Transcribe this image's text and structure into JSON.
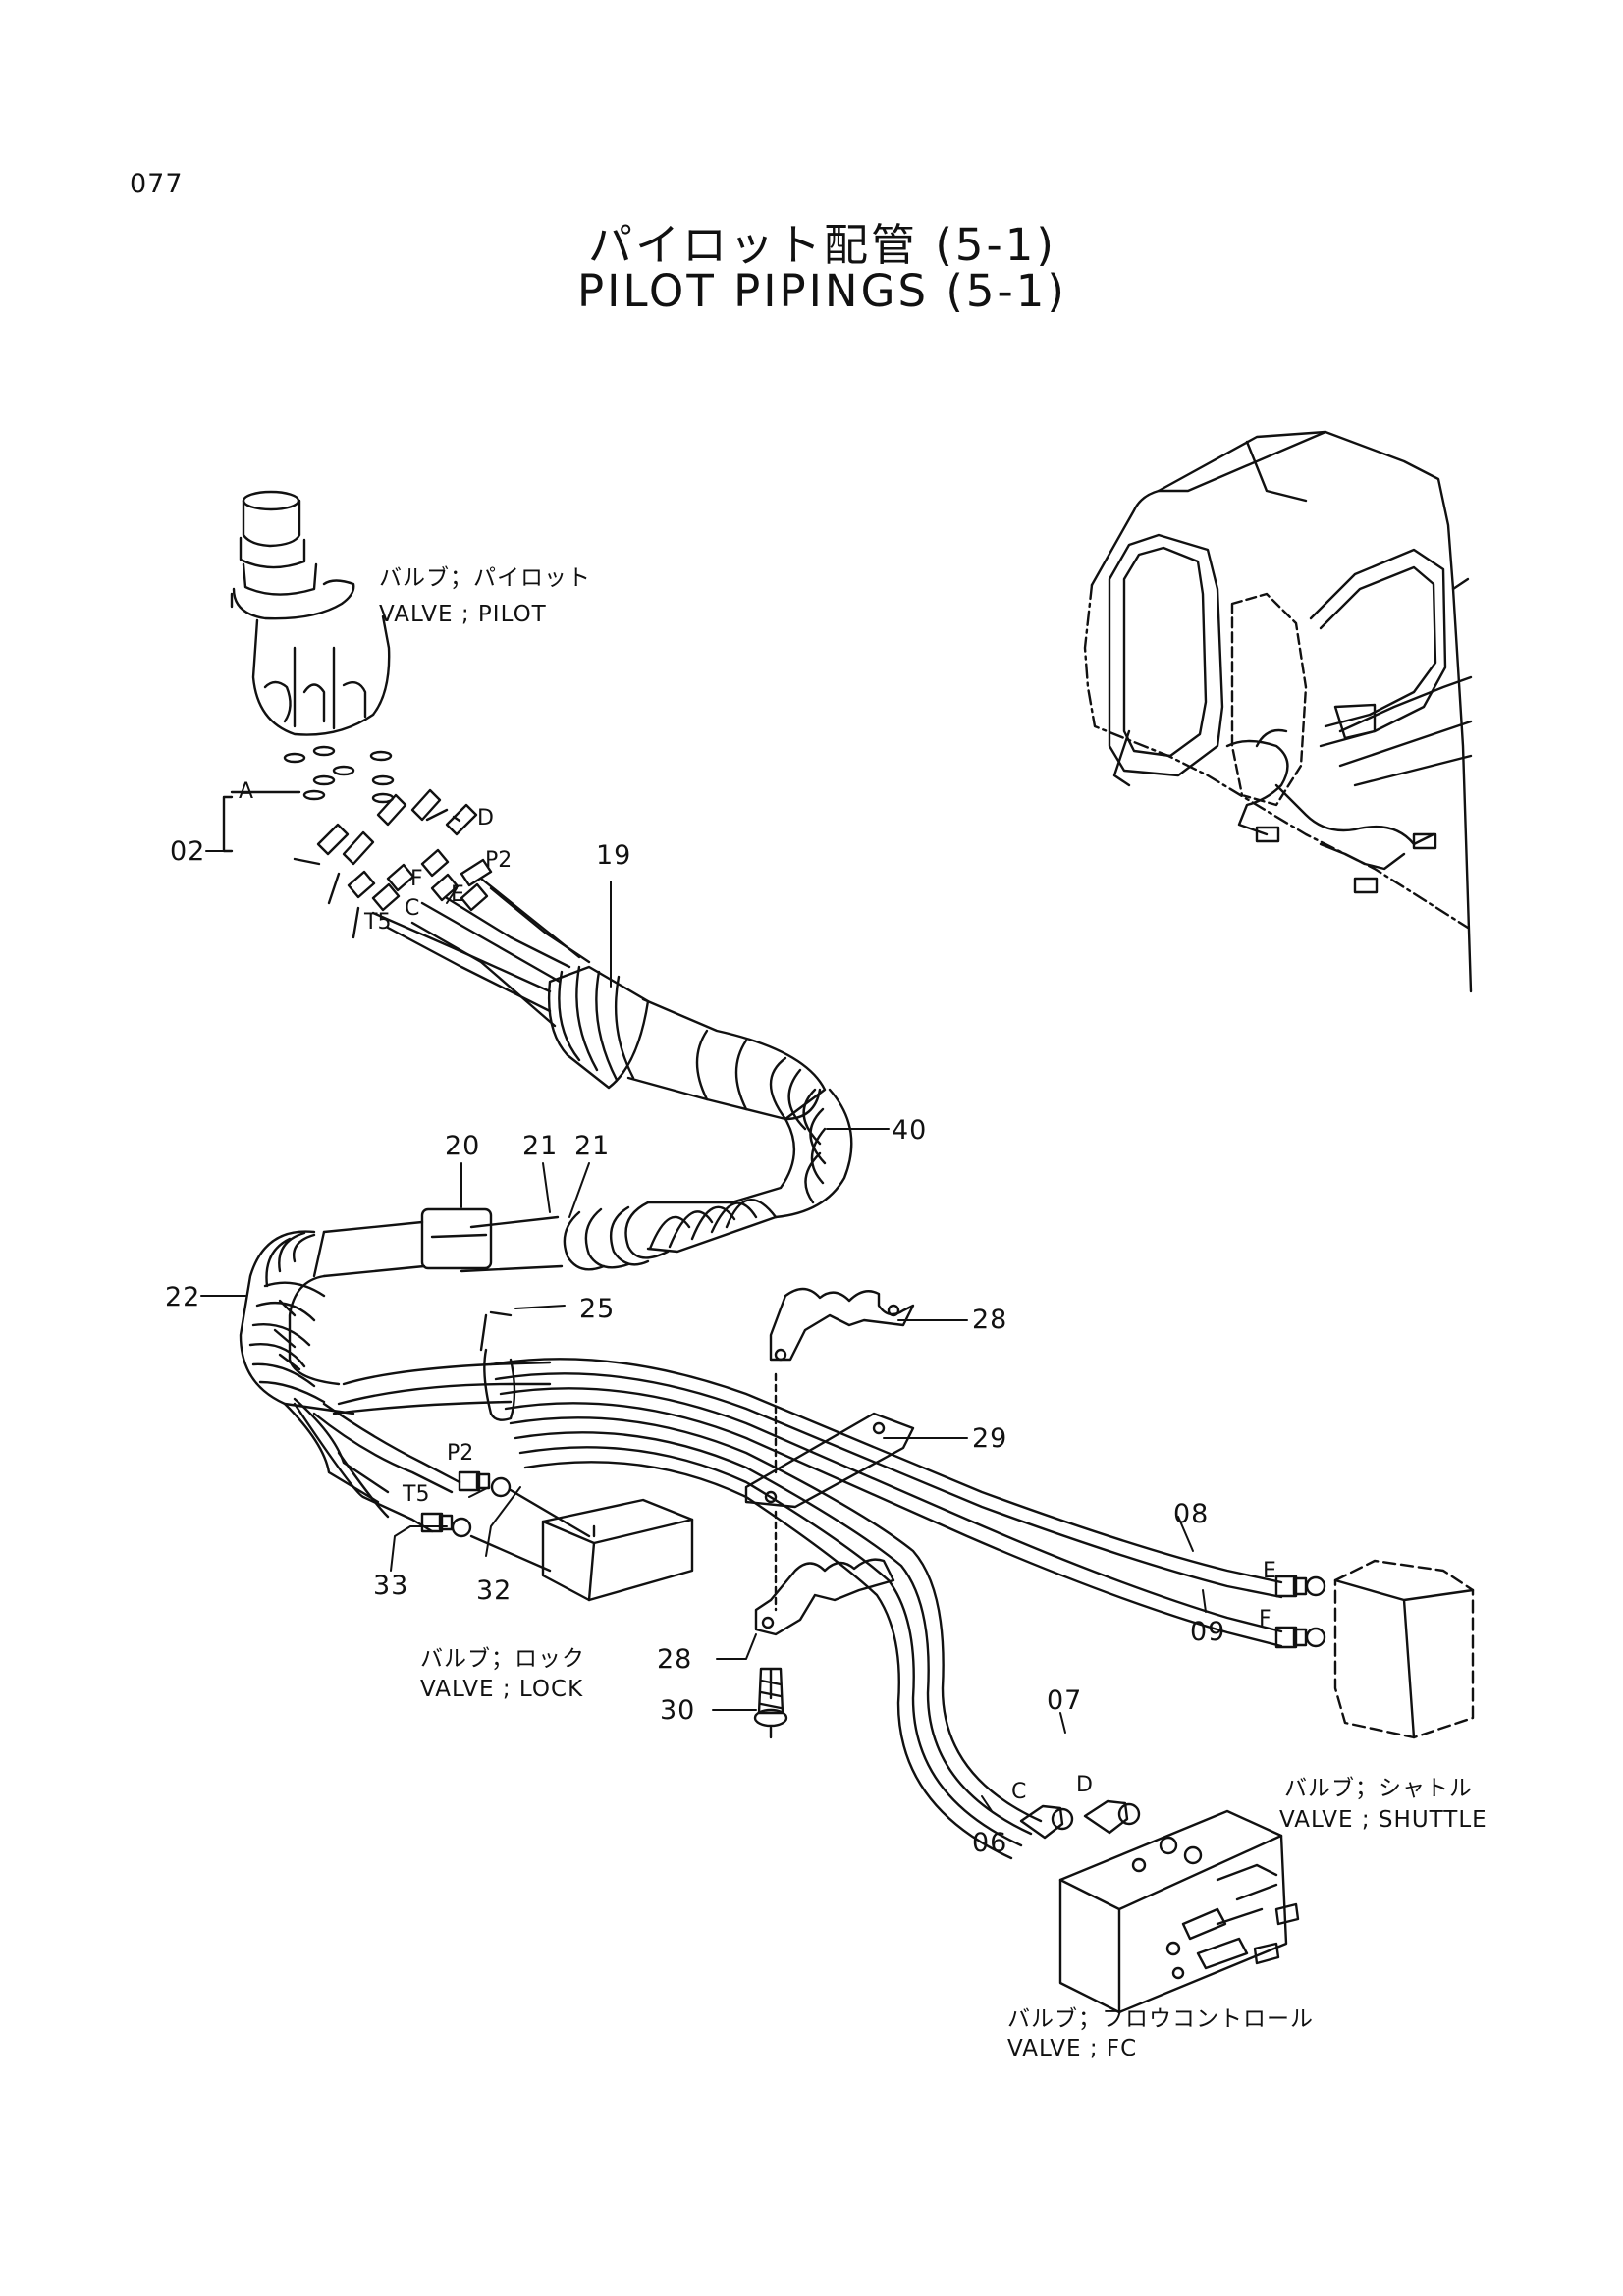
{
  "page_number": "077",
  "title": {
    "japanese": "パイロット配管 (5-1)",
    "english": "PILOT PIPINGS (5-1)"
  },
  "components": {
    "pilot_valve": {
      "jp": "バルブ；パイロット",
      "en": "VALVE ; PILOT"
    },
    "lock_valve": {
      "jp": "バルブ；ロック",
      "en": "VALVE ; LOCK"
    },
    "shuttle_valve": {
      "jp": "バルブ；シャトル",
      "en": "VALVE ; SHUTTLE"
    },
    "fc_valve": {
      "jp": "バルブ；フロウコントロール",
      "en": "VALVE ; FC"
    }
  },
  "part_callouts": {
    "p02": "02",
    "p06": "06",
    "p07": "07",
    "p08": "08",
    "p09": "09",
    "p19": "19",
    "p20": "20",
    "p21a": "21",
    "p21b": "21",
    "p22": "22",
    "p25": "25",
    "p28a": "28",
    "p28b": "28",
    "p29": "29",
    "p30": "30",
    "p32": "32",
    "p33": "33",
    "p40": "40"
  },
  "port_labels": {
    "a": "A",
    "d_top": "D",
    "p2_top": "P2",
    "f_top": "F",
    "e_top": "E",
    "c_top": "C",
    "t5_top": "T5",
    "p2_lock": "P2",
    "t5_lock": "T5",
    "e_shuttle": "E",
    "f_shuttle": "F",
    "c_fc": "C",
    "d_fc": "D"
  }
}
